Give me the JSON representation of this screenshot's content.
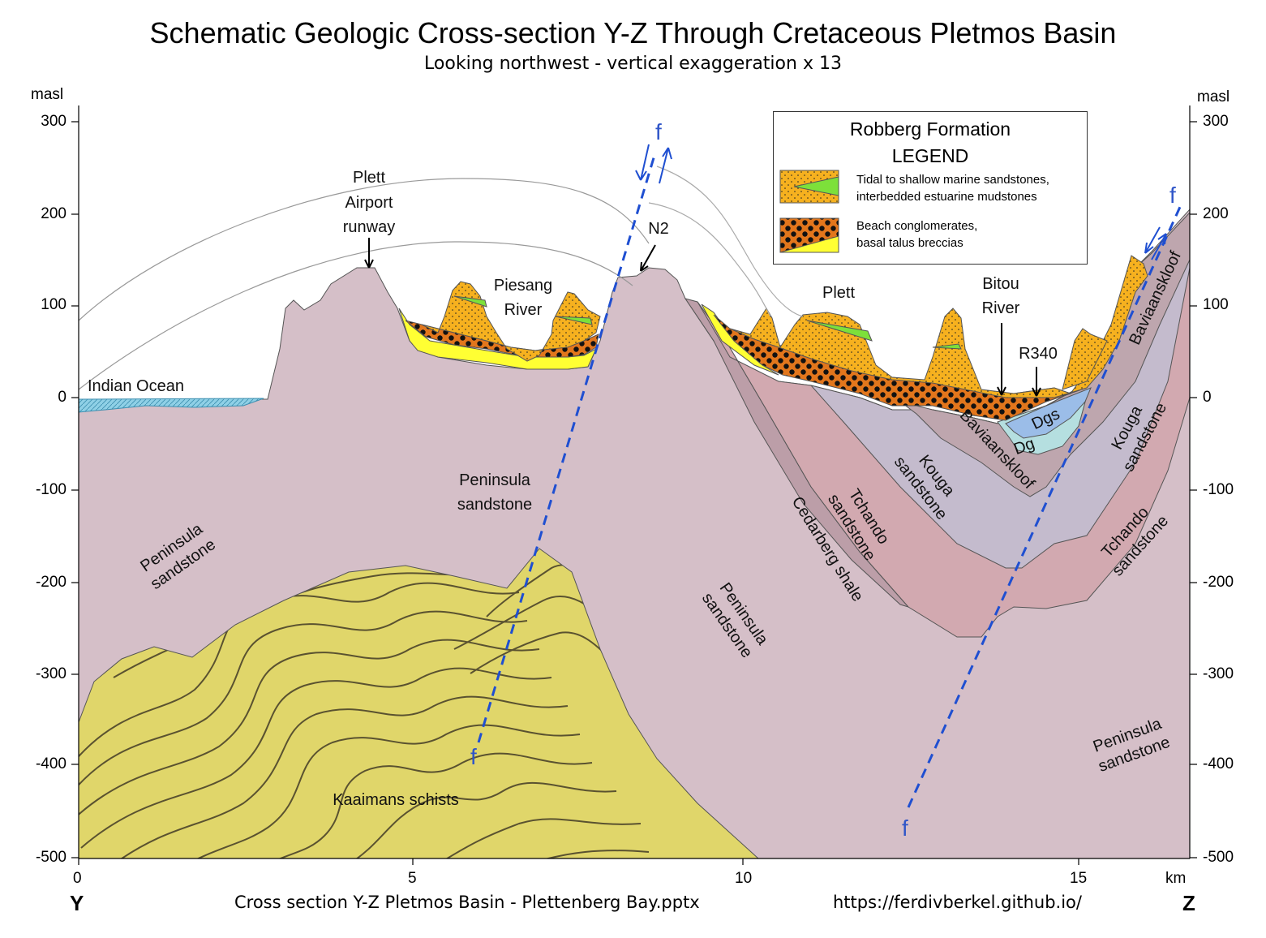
{
  "title": "Schematic Geologic Cross-section Y-Z Through Cretaceous Pletmos Basin",
  "subtitle": "Looking northwest - vertical exaggeration x 13",
  "axis": {
    "unit_left": "masl",
    "unit_right": "masl",
    "x_unit": "km",
    "y_ticks": [
      "300",
      "200",
      "100",
      "0",
      "-100",
      "-200",
      "-300",
      "-400",
      "-500"
    ],
    "x_ticks": [
      "0",
      "5",
      "10",
      "15"
    ],
    "start_label": "Y",
    "end_label": "Z"
  },
  "footer": {
    "file": "Cross section Y-Z Pletmos Basin - Plettenberg Bay.pptx",
    "url": "https://ferdivberkel.github.io/"
  },
  "legend": {
    "title_line1": "Robberg Formation",
    "title_line2": "LEGEND",
    "item1_line1": "Tidal to shallow marine sandstones,",
    "item1_line2": "interbedded estuarine mudstones",
    "item2_line1": "Beach conglomerates,",
    "item2_line2": "basal talus breccias"
  },
  "labels": {
    "plett_airport_1": "Plett",
    "plett_airport_2": "Airport",
    "plett_airport_3": "runway",
    "n2": "N2",
    "piesang_1": "Piesang",
    "piesang_2": "River",
    "plett": "Plett",
    "bitou_1": "Bitou",
    "bitou_2": "River",
    "r340": "R340",
    "indian_ocean": "Indian Ocean",
    "peninsula": "Peninsula",
    "sandstone": "sandstone",
    "kaaimans": "Kaaimans schists",
    "cedarberg": "Cedarberg shale",
    "tchando": "Tchando",
    "kouga": "Kouga",
    "baviaanskloof": "Baviaanskloof",
    "dgs": "Dgs",
    "dg": "Dg",
    "fault": "f"
  },
  "colors": {
    "peninsula": "#d5bfc8",
    "kaaimans": "#e0d66a",
    "tchando": "#d2a9b0",
    "kouga": "#c4bbcd",
    "baviaanskloof": "#bea6ae",
    "dgs": "#9bbde8",
    "dg": "#b5dfe0",
    "ocean": "#8fd0e6",
    "robberg_sand": "#f6b11f",
    "conglomerate": "#e2761c",
    "breccia": "#ffff33",
    "mudstone": "#7de03a",
    "fault": "#1f4fd1"
  }
}
